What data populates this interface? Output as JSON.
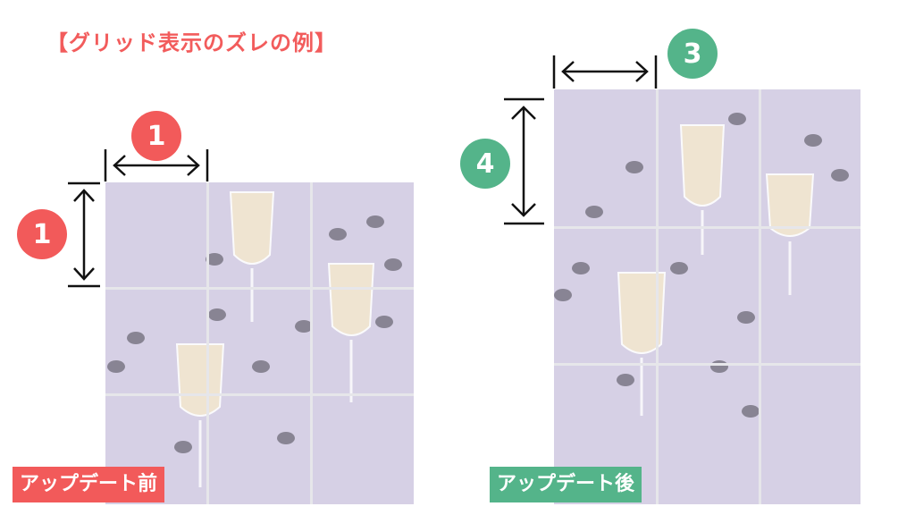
{
  "title": "【グリッド表示のズレの例】",
  "before": {
    "label": "アップデート前",
    "width_badge": "1",
    "height_badge": "1",
    "color": "#f25a5a"
  },
  "after": {
    "label": "アップデート後",
    "width_badge": "3",
    "height_badge": "4",
    "color": "#54b48a"
  },
  "photo_background": "#d6d0e5"
}
